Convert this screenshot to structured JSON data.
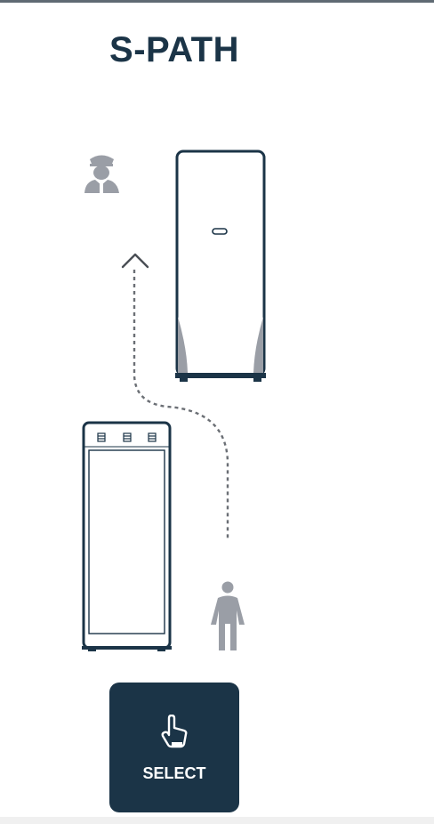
{
  "header": {
    "title": "S-PATH"
  },
  "scene": {
    "icons": [
      "officer-icon",
      "person-icon",
      "arrow-up-icon",
      "door-cabinet",
      "locker-cabinet"
    ],
    "colors": {
      "primary": "#1b3447",
      "figure_gray": "#9a9ea6",
      "dashed_path": "#6b6f75"
    }
  },
  "action": {
    "select_label": "SELECT",
    "icon": "hand-pointer-icon"
  }
}
